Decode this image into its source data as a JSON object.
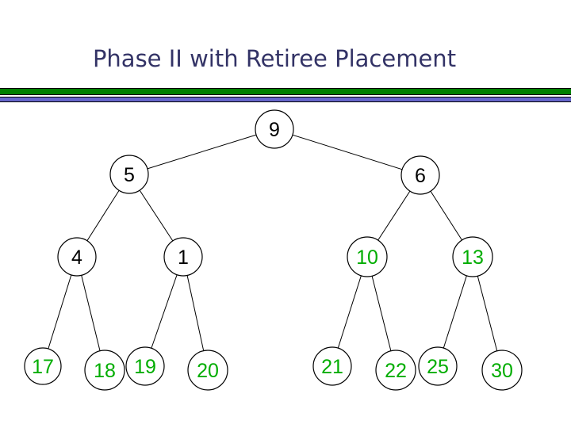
{
  "slide": {
    "title": "Phase II with Retiree Placement"
  },
  "colors": {
    "background": "#FFFFFF",
    "title_text": "#333366",
    "separator_green": "#008000",
    "separator_blue": "#6666CC",
    "separator_border": "#000000",
    "node_outline": "#000000",
    "edge_line": "#000000",
    "node_value_black": "#000000",
    "node_value_green": "#00AD00"
  },
  "tree": {
    "description": "binary tree of numbered nodes",
    "nodes": [
      {
        "label": "9",
        "color": "#000000"
      },
      {
        "label": "5",
        "color": "#000000"
      },
      {
        "label": "6",
        "color": "#000000"
      },
      {
        "label": "4",
        "color": "#000000"
      },
      {
        "label": "1",
        "color": "#000000"
      },
      {
        "label": "10",
        "color": "#00AD00"
      },
      {
        "label": "13",
        "color": "#00AD00"
      },
      {
        "label": "17",
        "color": "#00AD00"
      },
      {
        "label": "18",
        "color": "#00AD00"
      },
      {
        "label": "19",
        "color": "#00AD00"
      },
      {
        "label": "20",
        "color": "#00AD00"
      },
      {
        "label": "21",
        "color": "#00AD00"
      },
      {
        "label": "22",
        "color": "#00AD00"
      },
      {
        "label": "25",
        "color": "#00AD00"
      },
      {
        "label": "30",
        "color": "#00AD00"
      }
    ],
    "edges": [
      [
        "9",
        "5"
      ],
      [
        "9",
        "6"
      ],
      [
        "5",
        "4"
      ],
      [
        "5",
        "1"
      ],
      [
        "6",
        "10"
      ],
      [
        "6",
        "13"
      ],
      [
        "4",
        "17"
      ],
      [
        "4",
        "18"
      ],
      [
        "1",
        "19"
      ],
      [
        "1",
        "20"
      ],
      [
        "10",
        "21"
      ],
      [
        "10",
        "22"
      ],
      [
        "13",
        "25"
      ],
      [
        "13",
        "30"
      ]
    ]
  }
}
